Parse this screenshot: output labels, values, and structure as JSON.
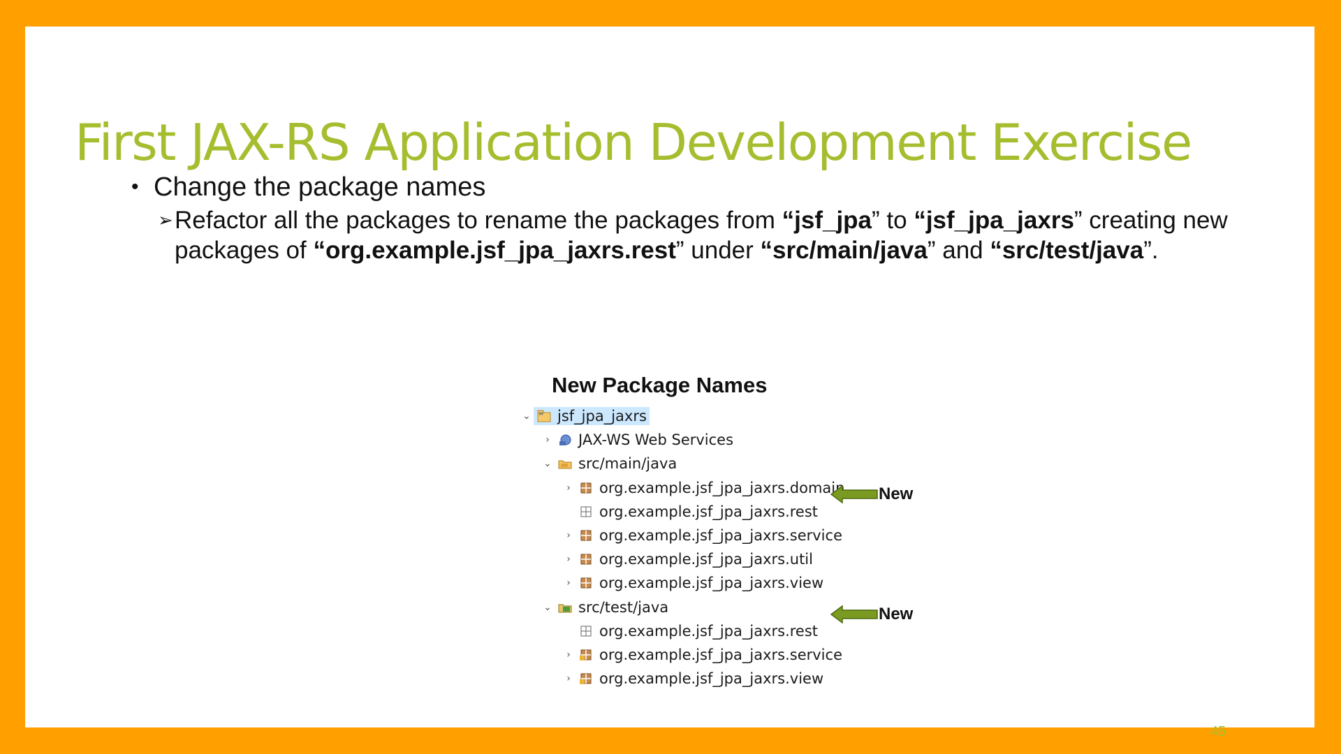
{
  "title": "First JAX-RS Application Development Exercise",
  "bullet1": "Change the package names",
  "bullet2": {
    "t1": "Refactor all the packages to rename the packages from ",
    "b1": "“jsf_jpa",
    "t2": "” to ",
    "b2": "“jsf_jpa_jaxrs",
    "t3": "” creating new packages of ",
    "b3": "“org.example.jsf_jpa_jaxrs.rest",
    "t4": "” under ",
    "b4": "“src/main/java",
    "t5": "” and ",
    "b5": "“src/test/java",
    "t6": "”."
  },
  "tree": {
    "heading": "New Package Names",
    "project": "jsf_jpa_jaxrs",
    "jaxws": "JAX-WS Web Services",
    "src_main": "src/main/java",
    "main_pkgs": [
      "org.example.jsf_jpa_jaxrs.domain",
      "org.example.jsf_jpa_jaxrs.rest",
      "org.example.jsf_jpa_jaxrs.service",
      "org.example.jsf_jpa_jaxrs.util",
      "org.example.jsf_jpa_jaxrs.view"
    ],
    "src_test": "src/test/java",
    "test_pkgs": [
      "org.example.jsf_jpa_jaxrs.rest",
      "org.example.jsf_jpa_jaxrs.service",
      "org.example.jsf_jpa_jaxrs.view"
    ]
  },
  "callouts": {
    "new1": "New",
    "new2": "New"
  },
  "page_number": "45",
  "colors": {
    "frame": "#FFA000",
    "title": "#A5BE2F",
    "arrow": "#6E8B1F"
  }
}
